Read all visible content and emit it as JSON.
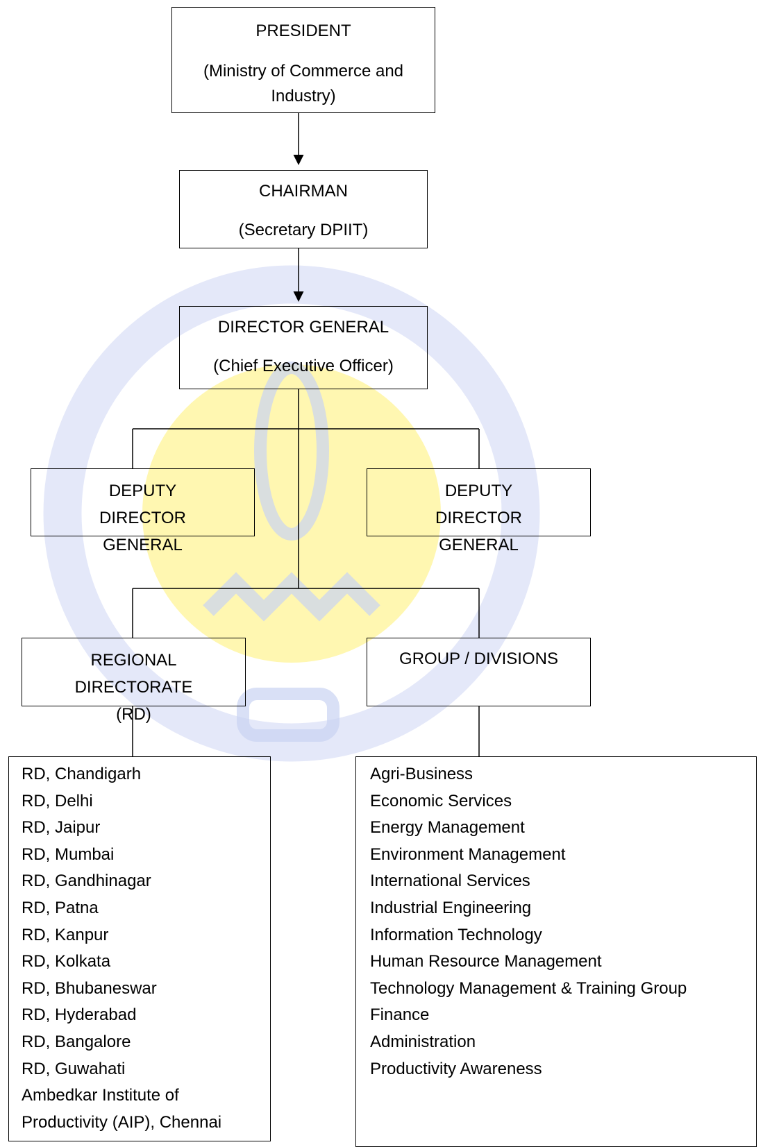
{
  "colors": {
    "line": "#000000",
    "watermark_blue": "#c9d3f2",
    "watermark_yellow": "#fff6a8"
  },
  "watermark": {
    "icon": "npc-productivity-logo-watermark"
  },
  "nodes": {
    "president": {
      "title": "PRESIDENT",
      "subtitle": "(Ministry of Commerce and Industry)"
    },
    "chairman": {
      "title": "CHAIRMAN",
      "subtitle": "(Secretary DPIIT)"
    },
    "director_general": {
      "title": "DIRECTOR GENERAL",
      "subtitle": "(Chief Executive Officer)"
    },
    "ddg_left": {
      "title": "DEPUTY DIRECTOR GENERAL"
    },
    "ddg_right": {
      "title": "DEPUTY DIRECTOR GENERAL"
    },
    "regional": {
      "title": "REGIONAL DIRECTORATE (RD)"
    },
    "groups": {
      "title": "GROUP / DIVISIONS"
    }
  },
  "regional_list": [
    "RD, Chandigarh",
    "RD, Delhi",
    "RD, Jaipur",
    "RD, Mumbai",
    "RD, Gandhinagar",
    "RD, Patna",
    "RD, Kanpur",
    "RD, Kolkata",
    "RD, Bhubaneswar",
    "RD, Hyderabad",
    "RD, Bangalore",
    "RD, Guwahati",
    "Ambedkar Institute of",
    "Productivity (AIP), Chennai"
  ],
  "group_list": [
    "Agri-Business",
    "Economic Services",
    "Energy Management",
    "Environment Management",
    "International Services",
    "Industrial Engineering",
    "Information Technology",
    "Human Resource Management",
    "Technology Management & Training Group",
    "Finance",
    "Administration",
    "Productivity Awareness"
  ]
}
